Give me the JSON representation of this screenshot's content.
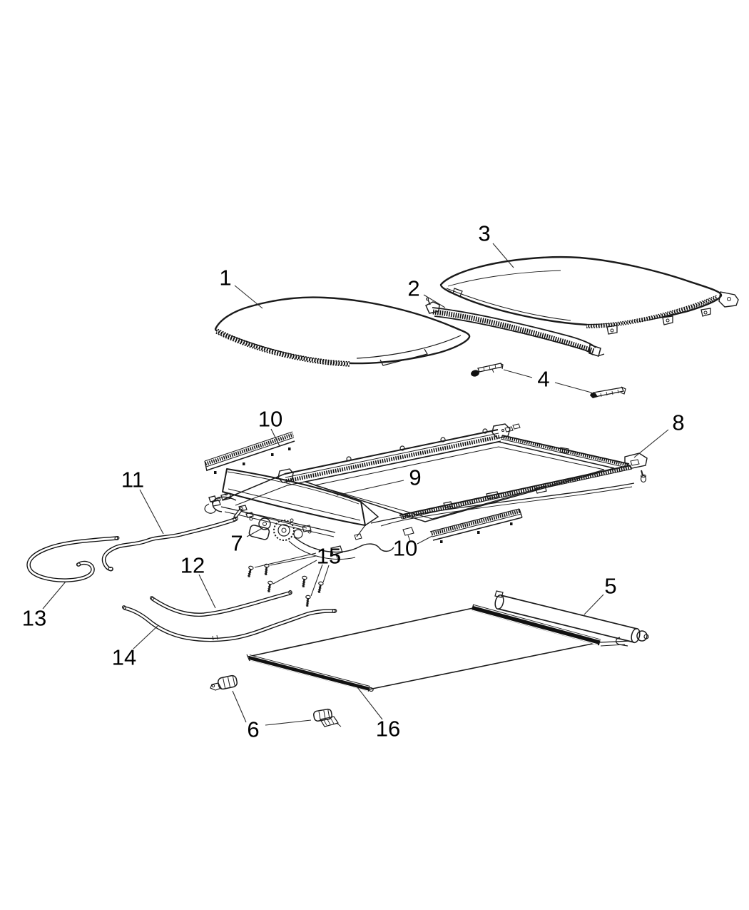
{
  "figure": {
    "type": "exploded-parts-diagram",
    "subject": "sunroof assembly",
    "background": "#ffffff",
    "ink_color": "#1a1a1a",
    "label_color": "#000000"
  },
  "callouts": {
    "c1": {
      "label": "1"
    },
    "c2": {
      "label": "2"
    },
    "c3": {
      "label": "3"
    },
    "c4": {
      "label": "4"
    },
    "c5": {
      "label": "5"
    },
    "c6": {
      "label": "6"
    },
    "c7": {
      "label": "7"
    },
    "c8": {
      "label": "8"
    },
    "c9": {
      "label": "9"
    },
    "c10a": {
      "label": "10"
    },
    "c10b": {
      "label": "10"
    },
    "c11": {
      "label": "11"
    },
    "c12": {
      "label": "12"
    },
    "c13": {
      "label": "13"
    },
    "c14": {
      "label": "14"
    },
    "c15": {
      "label": "15"
    },
    "c16": {
      "label": "16"
    }
  }
}
